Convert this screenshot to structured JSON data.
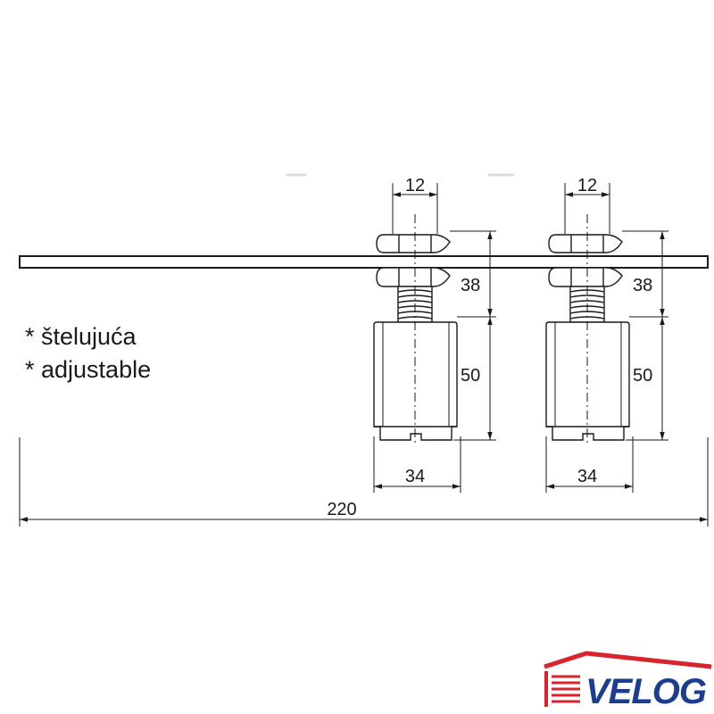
{
  "dimensions": {
    "nut_width_left": "12",
    "nut_width_right": "12",
    "adjust_height_left": "38",
    "adjust_height_right": "38",
    "roller_height_left": "50",
    "roller_height_right": "50",
    "roller_width_left": "34",
    "roller_width_right": "34",
    "total_width": "220"
  },
  "notes": {
    "line1": "* štelujuća",
    "line2": "* adjustable"
  },
  "logo": {
    "text": "VELOG",
    "colors": {
      "blue": "#1d3e8f",
      "red": "#d9232d"
    }
  }
}
